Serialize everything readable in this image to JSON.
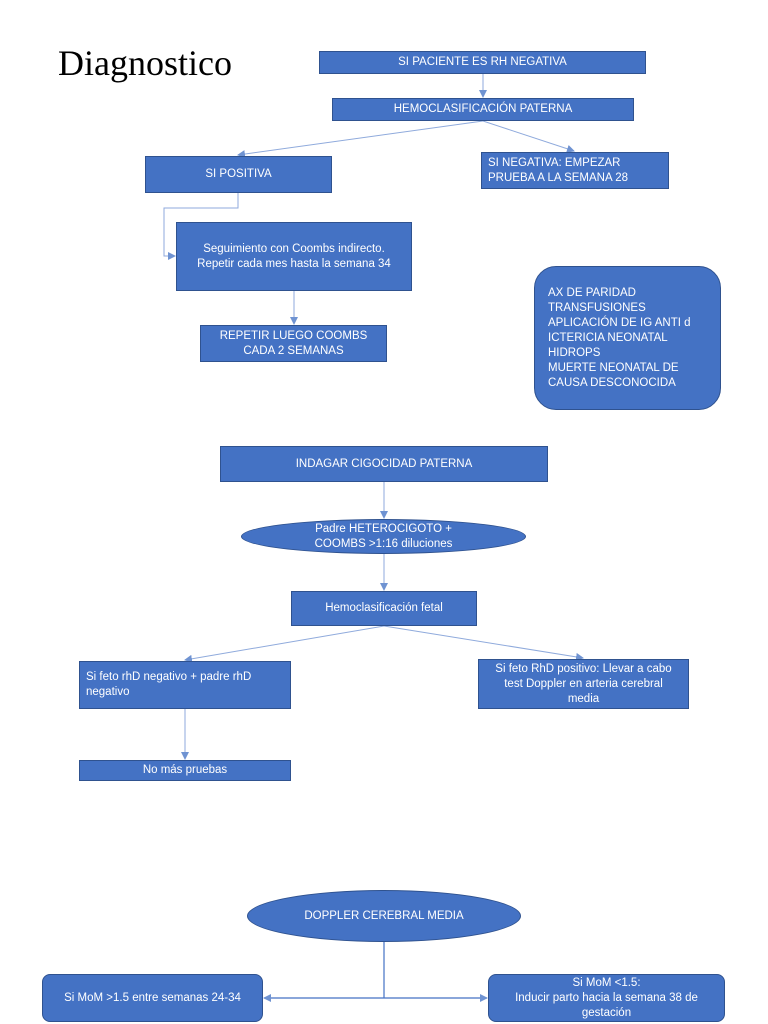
{
  "title": "Diagnostico",
  "nodes": {
    "rh_negative": "SI PACIENTE ES RH NEGATIVA",
    "paternal_typing": "HEMOCLASIFICACIÓN PATERNA",
    "if_positive": "SI POSITIVA",
    "if_negative": "SI NEGATIVA: EMPEZAR\nPRUEBA A LA SEMANA 28",
    "coombs_followup": "Seguimiento con Coombs indirecto.\nRepetir cada mes hasta la semana 34",
    "repeat_coombs": "REPETIR LUEGO COOMBS\nCADA 2 SEMANAS",
    "history": "AX DE PARIDAD\nTRANSFUSIONES\nAPLICACIÓN DE IG ANTI d\nICTERICIA NEONATAL\nHIDROPS\nMUERTE NEONATAL DE\nCAUSA DESCONOCIDA",
    "zygosity": "INDAGAR CIGOCIDAD PATERNA",
    "heterozygous": "Padre HETEROCIGOTO +\nCOOMBS >1:16 diluciones",
    "fetal_typing": "Hemoclasificación fetal",
    "fetus_negative": "Si feto rhD negativo + padre rhD\nnegativo",
    "fetus_positive": "Si feto RhD positivo: Llevar a cabo\ntest Doppler en arteria cerebral\nmedia",
    "no_more_tests": "No más pruebas",
    "doppler": "DOPPLER CEREBRAL MEDIA",
    "mom_high": "Si MoM >1.5 entre semanas 24-34",
    "mom_low": "Si MoM <1.5:\nInducir parto hacia la semana 38 de\ngestación"
  },
  "colors": {
    "box_fill": "#4472c4",
    "box_border": "#2f528f",
    "connector": "#8faadc"
  }
}
